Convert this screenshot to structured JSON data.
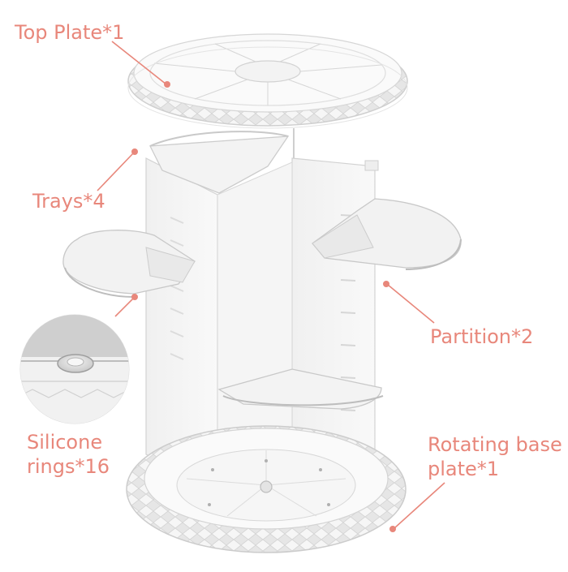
{
  "labels": {
    "top_plate": "Top Plate*1",
    "trays": "Trays*4",
    "partition": "Partition*2",
    "silicone_line1": "Silicone",
    "silicone_line2": "rings*16",
    "rotating_line1": "Rotating base",
    "rotating_line2": "plate*1"
  },
  "colors": {
    "accent": "#e8877b",
    "acrylic_edge": "#cfcfcf",
    "acrylic_fill": "#f4f4f4",
    "background": "#ffffff"
  }
}
